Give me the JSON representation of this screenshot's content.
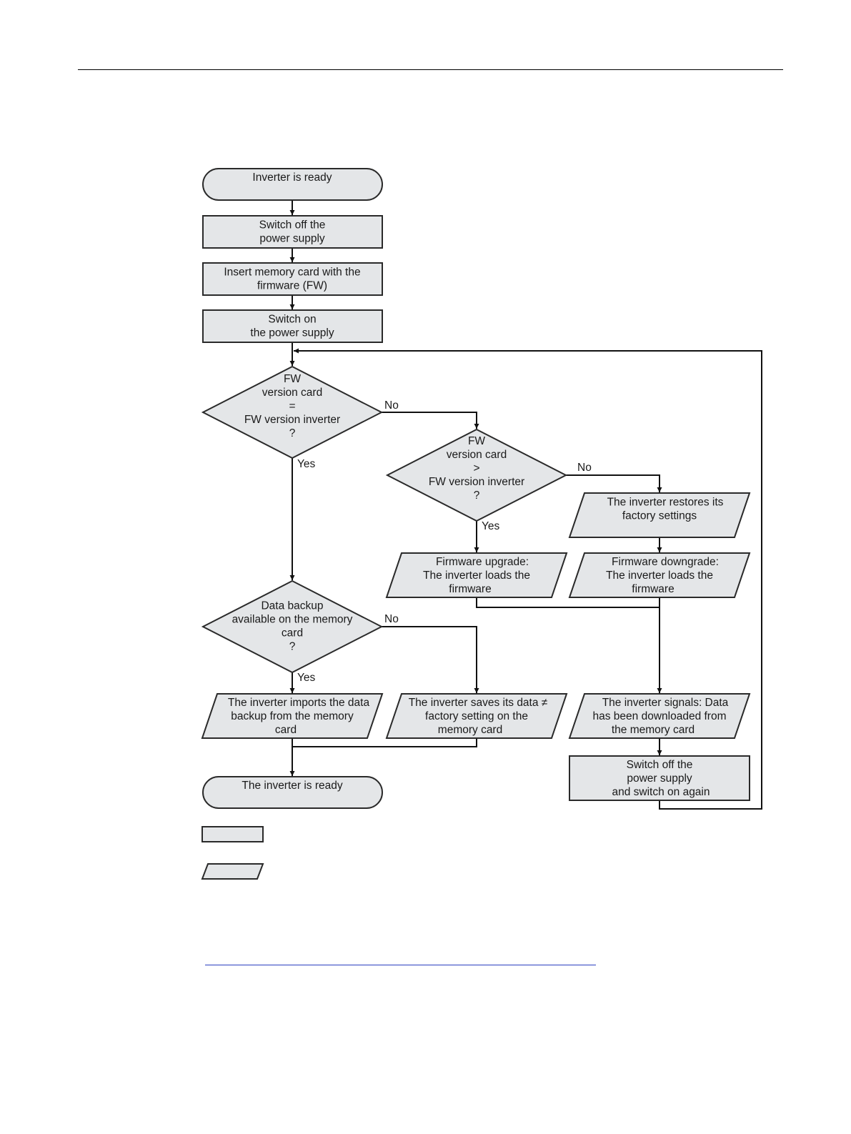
{
  "flowchart": {
    "nodes": {
      "start": {
        "shape": "terminal",
        "lines": [
          "Inverter is ready"
        ]
      },
      "switch_off": {
        "shape": "process",
        "lines": [
          "Switch off the",
          "power supply"
        ]
      },
      "insert_card": {
        "shape": "process",
        "lines": [
          "Insert memory card with the",
          "firmware (FW)"
        ]
      },
      "switch_on": {
        "shape": "process",
        "lines": [
          "Switch on",
          "the power supply"
        ]
      },
      "decision_equal": {
        "shape": "decision",
        "lines": [
          "FW",
          "version card",
          "=",
          "FW version inverter",
          "?"
        ]
      },
      "decision_greater": {
        "shape": "decision",
        "lines": [
          "FW",
          "version card",
          ">",
          "FW version inverter",
          "?"
        ]
      },
      "restore_factory": {
        "shape": "io",
        "lines": [
          "The inverter restores its",
          "factory settings"
        ]
      },
      "fw_upgrade": {
        "shape": "io",
        "lines": [
          "Firmware upgrade:",
          "The inverter loads the",
          "firmware"
        ]
      },
      "fw_downgrade": {
        "shape": "io",
        "lines": [
          "Firmware downgrade:",
          "The inverter loads the",
          "firmware"
        ]
      },
      "decision_backup": {
        "shape": "decision",
        "lines": [
          "Data backup",
          "available on the memory",
          "card",
          "?"
        ]
      },
      "import_backup": {
        "shape": "io",
        "lines": [
          "The inverter imports the data",
          "backup from the memory",
          "card"
        ]
      },
      "save_factory": {
        "shape": "io",
        "lines": [
          "The inverter saves its data ≠",
          "factory setting on the",
          "memory card"
        ]
      },
      "signal_download": {
        "shape": "io",
        "lines": [
          "The inverter signals: Data",
          "has been downloaded from",
          "the memory card"
        ]
      },
      "end": {
        "shape": "terminal",
        "lines": [
          "The inverter is ready"
        ]
      },
      "switch_off_on": {
        "shape": "process",
        "lines": [
          "Switch off the",
          "power supply",
          "and switch on again"
        ]
      }
    },
    "labels": {
      "equal_no": "No",
      "equal_yes": "Yes",
      "greater_no": "No",
      "greater_yes": "Yes",
      "backup_no": "No",
      "backup_yes": "Yes"
    },
    "legend": [
      "process",
      "io"
    ]
  },
  "colors": {
    "shape_fill": "#e4e6e8",
    "shape_stroke": "#2a2a2a",
    "connector": "#111111",
    "link_rule": "#2b3fbf"
  }
}
